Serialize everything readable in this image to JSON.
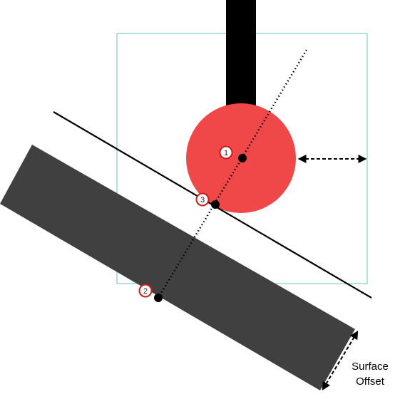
{
  "colors": {
    "bounding_box": "#7fcfc6",
    "tool_shaft": "#000000",
    "tool_tip": "#f04848",
    "surface": "#404040",
    "tangent_line": "#000000",
    "ray": "#000000",
    "point": "#000000",
    "marker_ring": "#c81e1e",
    "marker_fill": "#ffffff"
  },
  "markers": [
    {
      "label": "1",
      "role": "tool tip center"
    },
    {
      "label": "2",
      "role": "surface point"
    },
    {
      "label": "3",
      "role": "contact point"
    }
  ],
  "captions": {
    "surface_offset_line1": "Surface",
    "surface_offset_line2": "Offset"
  },
  "icons": {
    "radius_arrow": "dashed-double-arrow-icon",
    "offset_arrow": "dashed-double-arrow-icon"
  }
}
